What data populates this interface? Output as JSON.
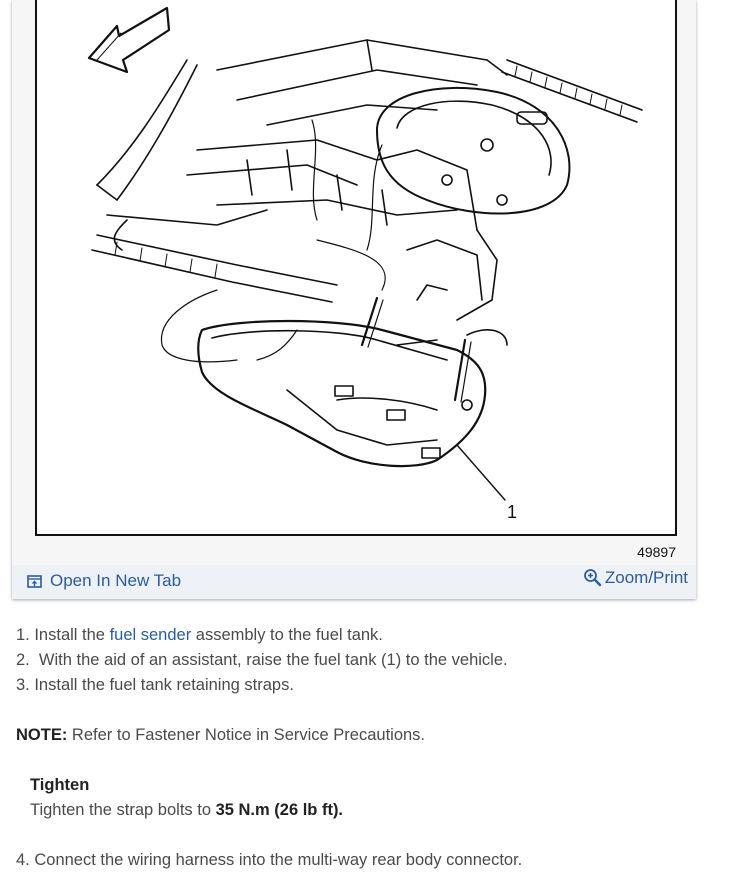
{
  "figure": {
    "callout": "1",
    "number": "49897"
  },
  "actions": {
    "open_new_tab": "Open In New Tab",
    "zoom_print": "Zoom/Print"
  },
  "steps": [
    {
      "num": "1.",
      "before": " Install the ",
      "link": "fuel sender",
      "after": " assembly to the fuel tank."
    },
    {
      "num": "2.",
      "text": "  With the aid of an assistant, raise the fuel tank (1) to the vehicle."
    },
    {
      "num": "3.",
      "text": " Install the fuel tank retaining straps."
    }
  ],
  "note": {
    "label": "NOTE:",
    "text": " Refer to Fastener Notice in Service Precautions."
  },
  "tighten": {
    "heading": "Tighten",
    "text": "Tighten the strap bolts to ",
    "value": "35 N.m (26 lb ft)."
  },
  "step4": {
    "num": "4.",
    "text": " Connect the wiring harness into the multi-way rear body connector."
  }
}
